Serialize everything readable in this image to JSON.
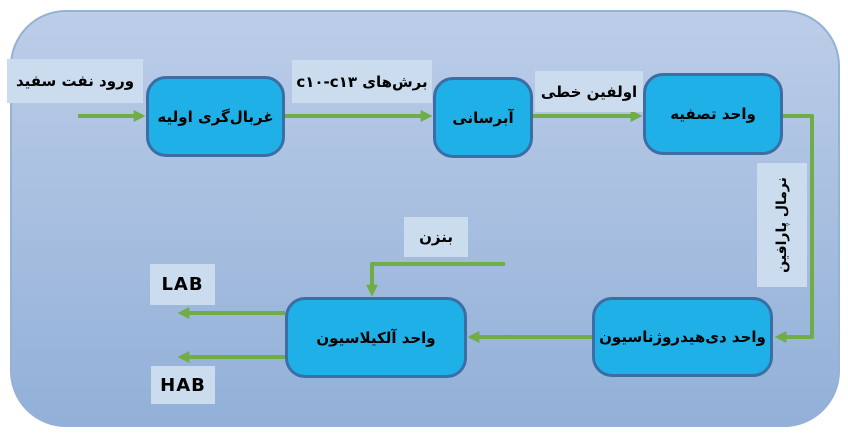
{
  "diagram": {
    "type": "process-flow",
    "nodes": {
      "input": "ورود نفت سفید",
      "screening": "غربال‌گری اولیه",
      "cuts": "برش‌های ‪c۱۰-c۱۳‬",
      "hydration": "آبرسانی",
      "olefin": "اولفین خطی",
      "treatment": "واحد تصفیه",
      "normal_paraffin": "نرمال پارافین",
      "dehydrogenation": "واحد دی‌هیدروژناسیون",
      "benzene": "بنزن",
      "alkylation": "واحد آلکیلاسیون",
      "lab": "LAB",
      "hab": "HAB"
    },
    "edges": [
      {
        "from": "input",
        "to": "screening"
      },
      {
        "from": "screening",
        "to": "hydration",
        "label": "cuts"
      },
      {
        "from": "hydration",
        "to": "treatment",
        "label": "olefin"
      },
      {
        "from": "treatment",
        "to": "dehydrogenation",
        "label": "normal_paraffin"
      },
      {
        "from": "benzene",
        "to": "alkylation"
      },
      {
        "from": "dehydrogenation",
        "to": "alkylation"
      },
      {
        "from": "alkylation",
        "to": "lab"
      },
      {
        "from": "alkylation",
        "to": "hab"
      }
    ]
  },
  "colors": {
    "page_bg": "#ffffff",
    "panel_gradient_top": "#bccde8",
    "panel_gradient_bottom": "#92b0d8",
    "panel_border": "#96b1d6",
    "box_fill": "#1fb0e8",
    "box_border": "#3a6ea5",
    "label_fill": "#cbdcee",
    "arrow": "#70ad47",
    "text": "#000000"
  }
}
